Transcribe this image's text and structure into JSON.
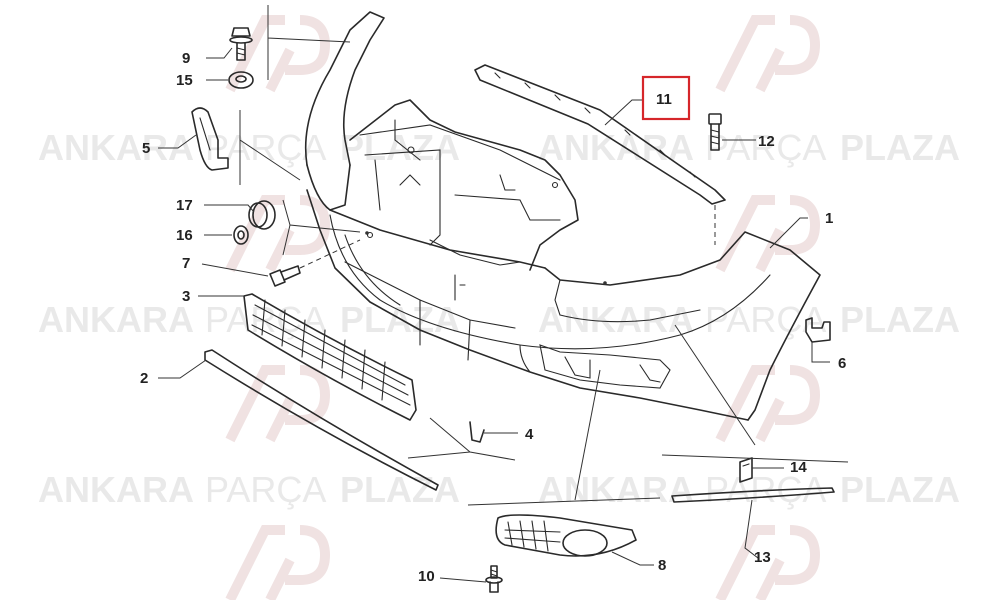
{
  "watermark": {
    "word1": "ANKARA",
    "word2": "PARÇA",
    "word3": "PLAZA",
    "logo": "AP"
  },
  "callouts": [
    "9",
    "15",
    "5",
    "17",
    "16",
    "7",
    "3",
    "2",
    "4",
    "11",
    "12",
    "1",
    "6",
    "14",
    "13",
    "8",
    "10"
  ],
  "highlighted_callout": "11",
  "colors": {
    "highlight": "#d6262a",
    "line": "#2a2a2a",
    "watermark": "#e9e9e9"
  }
}
